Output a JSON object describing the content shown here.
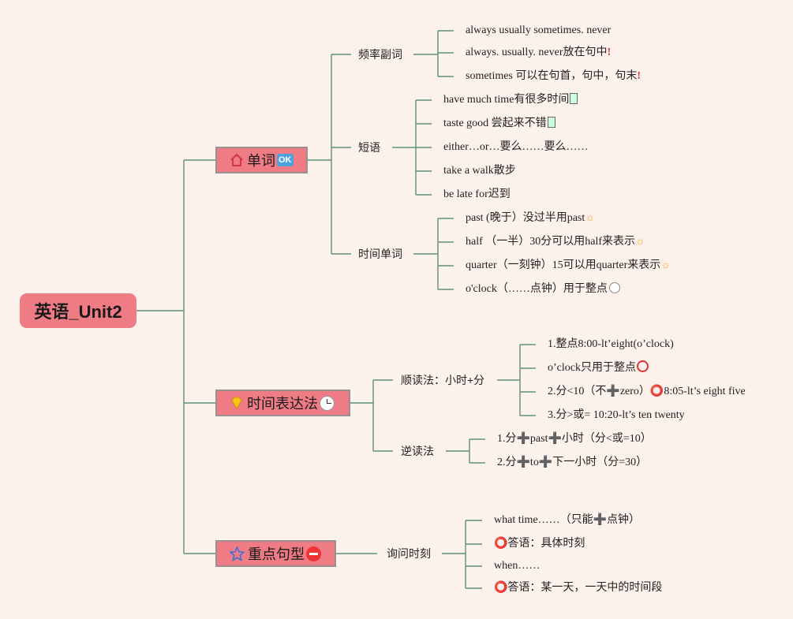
{
  "root": {
    "label": "英语_Unit2"
  },
  "branches": [
    {
      "label": "单词",
      "icon": "house-icon",
      "badge": "OK",
      "children": [
        {
          "label": "频率副词",
          "children": [
            {
              "text": "always usually sometimes. never"
            },
            {
              "text": "always. usually. never放在句中",
              "emoji": "exclamation"
            },
            {
              "text": "sometimes 可以在句首，句中，句末",
              "emoji": "exclamation"
            }
          ]
        },
        {
          "label": "短语",
          "children": [
            {
              "text": "have much time有很多时间",
              "emoji": "phone"
            },
            {
              "text": "taste good 尝起来不错",
              "emoji": "phone"
            },
            {
              "text": "either…or…要么……要么……"
            },
            {
              "text": "take a walk散步"
            },
            {
              "text": "be late for迟到"
            }
          ]
        },
        {
          "label": "时间单词",
          "children": [
            {
              "text": "past (晚于）没过半用past",
              "emoji": "sun"
            },
            {
              "text": "half （一半）30分可以用half来表示",
              "emoji": "sun"
            },
            {
              "text": "quarter（一刻钟）15可以用quarter来表示",
              "emoji": "sun"
            },
            {
              "text": "o'clock（……点钟）用于整点",
              "emoji": "clock"
            }
          ]
        }
      ]
    },
    {
      "label": "时间表达法",
      "icon": "gem-icon",
      "badge": "clock",
      "children": [
        {
          "label": "顺读法：小时+分",
          "children": [
            {
              "text": "1.整点8:00-lt’eight(o’clock)"
            },
            {
              "text": "o’clock只用于整点",
              "emoji": "circle"
            },
            {
              "text": "2.分<10（不➕zero）⭕8:05-lt’s eight five"
            },
            {
              "text": "3.分>或= 10:20-lt’s ten twenty"
            }
          ]
        },
        {
          "label": "逆读法",
          "children": [
            {
              "text": "1.分➕past➕小时（分<或=10）"
            },
            {
              "text": "2.分➕to➕下一小时（分=30）"
            }
          ]
        }
      ]
    },
    {
      "label": "重点句型",
      "icon": "star-icon",
      "badge": "no-entry",
      "children": [
        {
          "label": "询问时刻",
          "children": [
            {
              "text": "what time……（只能➕点钟）"
            },
            {
              "text": "⭕答语：具体时刻"
            },
            {
              "text": "when……"
            },
            {
              "text": "⭕答语：某一天，一天中的时间段"
            }
          ]
        }
      ]
    }
  ]
}
